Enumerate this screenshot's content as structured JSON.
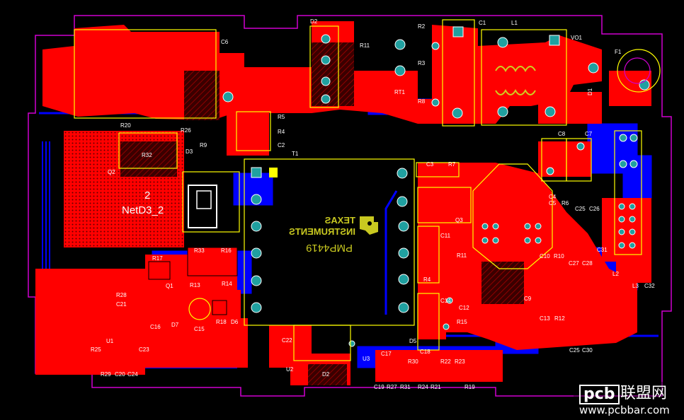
{
  "board": {
    "colors": {
      "top_copper": "#ff0000",
      "bottom_copper": "#0000ff",
      "silkscreen": "#ffff00",
      "outline": "#d000d0",
      "pad": "#20a0a0",
      "background": "#000000",
      "hatched": "#800000"
    },
    "net_label": {
      "line1": "2",
      "line2": "NetD3_2"
    },
    "logo": {
      "line1": "TEXAS",
      "line2": "INSTRUMENTS",
      "line3": "PMP4419",
      "icon": "ti-logo-icon"
    },
    "designators": {
      "C6": "C6",
      "D2": "D2",
      "R11": "R11",
      "RT1": "RT1",
      "R2": "R2",
      "R3": "R3",
      "R8": "R8",
      "C1": "C1",
      "L1": "L1",
      "VO1": "VO1",
      "F1": "F1",
      "D1": "D1",
      "R5": "R5",
      "R4": "R4",
      "C2": "C2",
      "R20": "R20",
      "R26": "R26",
      "R32": "R32",
      "D3": "D3",
      "R9": "R9",
      "Q2": "Q2",
      "T1": "T1",
      "C8": "C8",
      "C7": "C7",
      "C3": "C3",
      "R7": "R7",
      "C4": "C4",
      "C5": "C5",
      "R6": "R6",
      "C25": "C25",
      "C26": "C26",
      "Q3": "Q3",
      "C11": "C11",
      "R11b": "R11",
      "C10": "C10",
      "R10": "R10",
      "C27": "C27",
      "C28": "C28",
      "C31": "C31",
      "L2": "L2",
      "L3": "L3",
      "C32": "C32",
      "C9": "C9",
      "R17": "R17",
      "R33": "R33",
      "R16": "R16",
      "R13": "R13",
      "R14": "R14",
      "Q1": "Q1",
      "R28": "R28",
      "C21": "C21",
      "C16": "C16",
      "D7": "D7",
      "C15": "C15",
      "R18": "R18",
      "D6": "D6",
      "C14": "C14",
      "C12": "C12",
      "R15": "R15",
      "R4b": "R4",
      "C13": "C13",
      "R12": "R12",
      "C25b": "C25",
      "C30": "C30",
      "C22": "C22",
      "D5": "D5",
      "U1": "U1",
      "R25": "R25",
      "C23": "C23",
      "R29": "R29",
      "C20": "C20",
      "C24": "C24",
      "U2": "U2",
      "D2b": "D2",
      "U3": "U3",
      "C17": "C17",
      "C18": "C18",
      "R30": "R30",
      "R22": "R22",
      "R23": "R23",
      "C19": "C19",
      "R27": "R27",
      "R31": "R31",
      "R24": "R24",
      "R21": "R21",
      "R19": "R19"
    }
  },
  "watermark": {
    "brand": "pcb",
    "cn": "联盟网",
    "url": "www.pcbbar.com"
  }
}
